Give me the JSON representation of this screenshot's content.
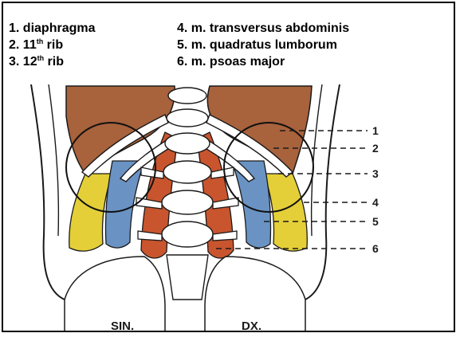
{
  "legend": {
    "left": [
      {
        "num": "1.",
        "text": "diaphragma",
        "sup": "",
        "after": ""
      },
      {
        "num": "2.",
        "text": "11",
        "sup": "th",
        "after": " rib"
      },
      {
        "num": "3.",
        "text": "12",
        "sup": "th",
        "after": " rib"
      }
    ],
    "right": [
      {
        "num": "4.",
        "text": "m. transversus abdominis",
        "sup": "",
        "after": ""
      },
      {
        "num": "5.",
        "text": "m. quadratus lumborum",
        "sup": "",
        "after": ""
      },
      {
        "num": "6.",
        "text": "m. psoas major",
        "sup": "",
        "after": ""
      }
    ]
  },
  "pointer_numbers": [
    "1",
    "2",
    "3",
    "4",
    "5",
    "6"
  ],
  "side_labels": {
    "left": "SIN.",
    "right": "DX."
  },
  "colors": {
    "diaphragm": "#a8623c",
    "psoas": "#c8552e",
    "quadratus": "#6a93c4",
    "transversus": "#e4cf38",
    "bone": "#ffffff",
    "outline": "#1a1a1a"
  }
}
